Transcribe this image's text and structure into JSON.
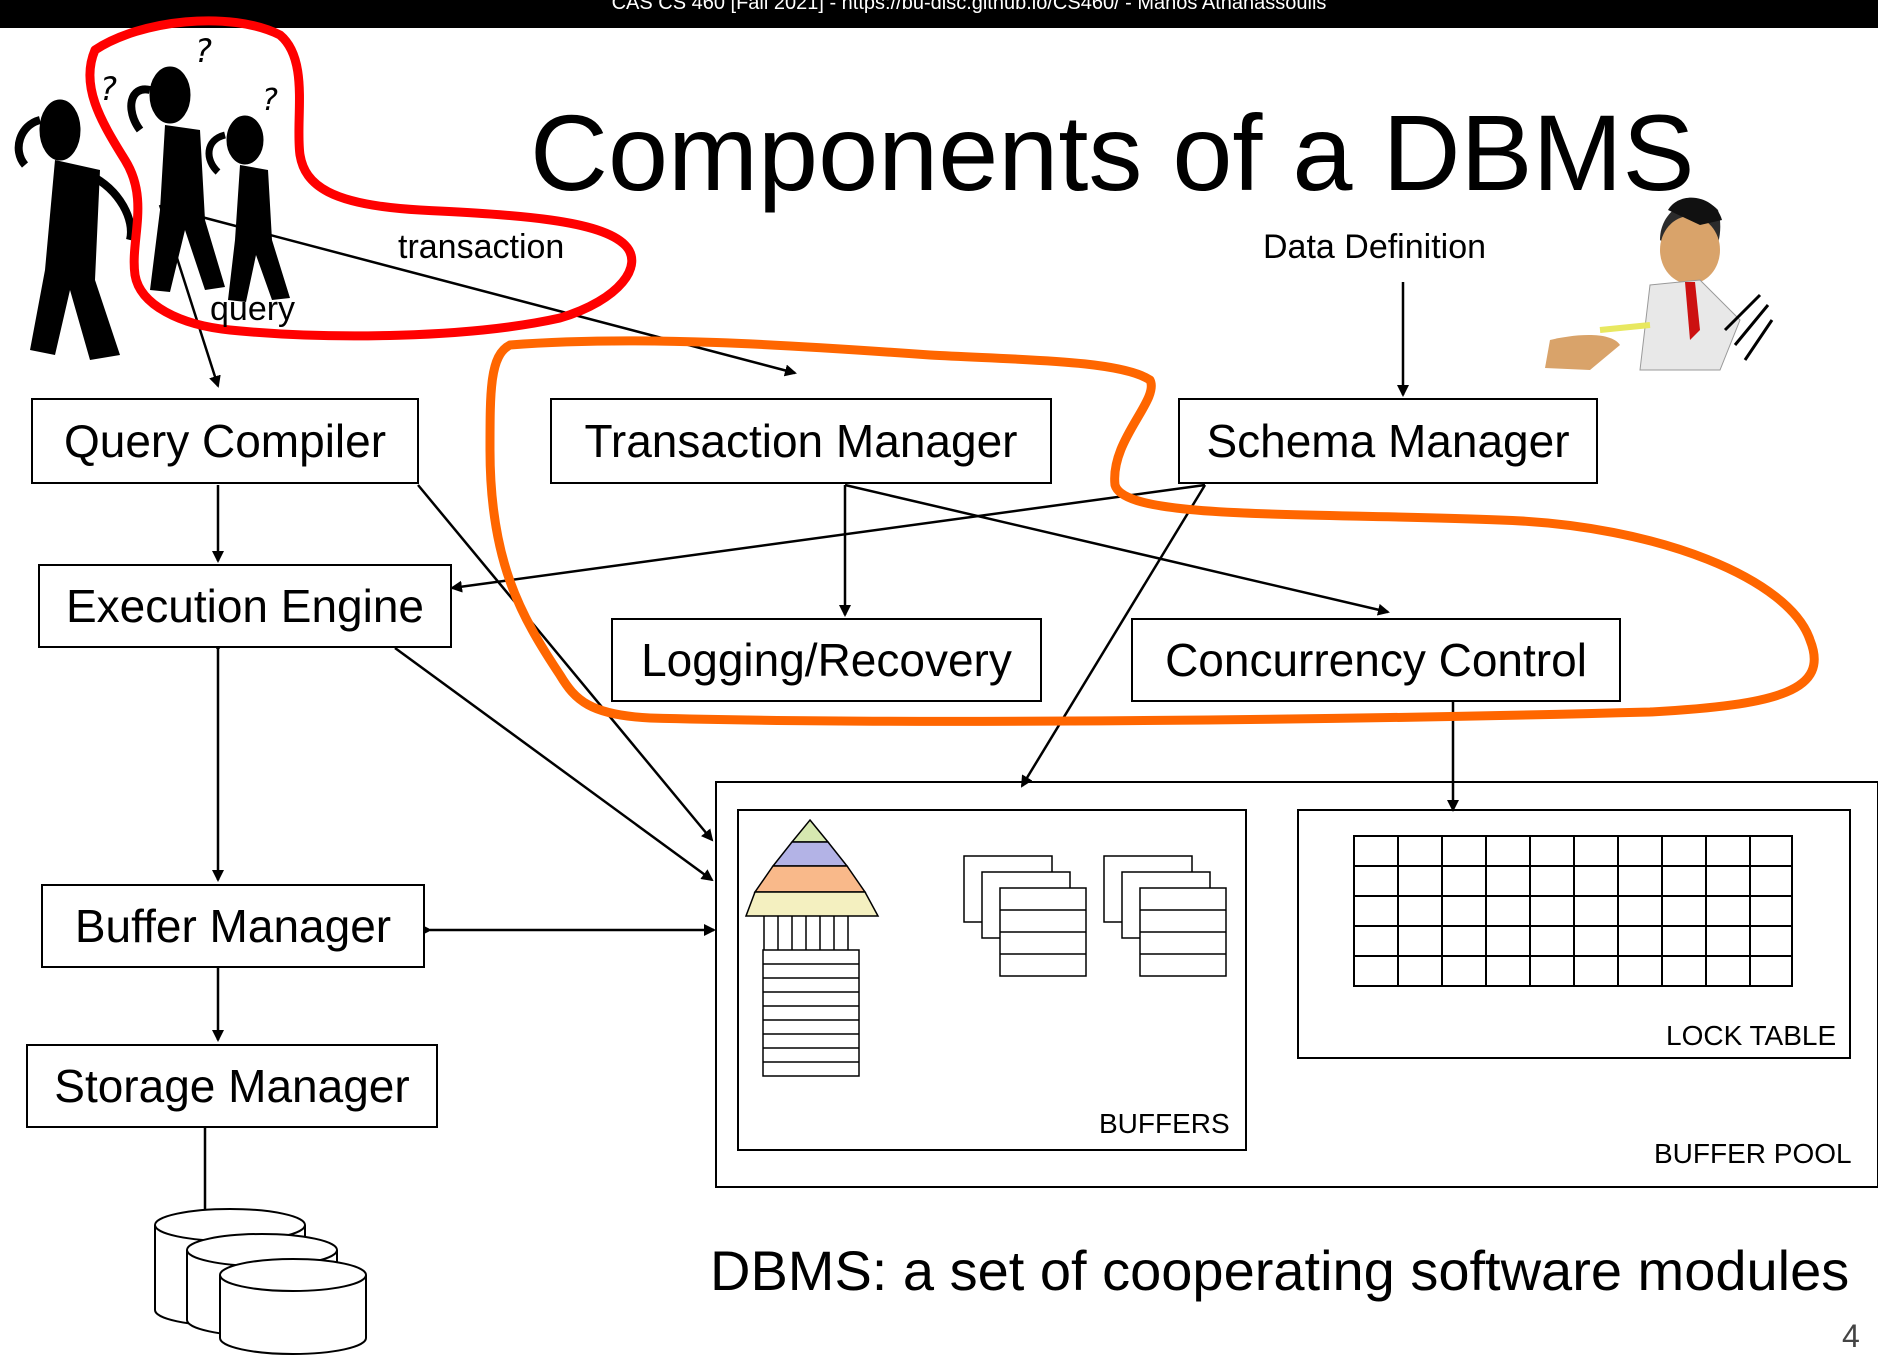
{
  "header": {
    "text": "CAS CS 460 [Fall 2021] - https://bu-disc.github.io/CS460/ - Manos Athanassoulis"
  },
  "title": "Components of a DBMS",
  "labels": {
    "transaction": "transaction",
    "query": "query",
    "data_definition": "Data Definition"
  },
  "modules": {
    "query_compiler": "Query Compiler",
    "transaction_manager": "Transaction Manager",
    "schema_manager": "Schema Manager",
    "execution_engine": "Execution Engine",
    "logging_recovery": "Logging/Recovery",
    "concurrency_control": "Concurrency Control",
    "buffer_manager": "Buffer Manager",
    "storage_manager": "Storage Manager"
  },
  "pool": {
    "buffers": "BUFFERS",
    "lock_table": "LOCK TABLE",
    "buffer_pool": "BUFFER POOL"
  },
  "caption": "DBMS: a set of cooperating software modules",
  "page_number": "4",
  "colors": {
    "red_highlight": "#ff0000",
    "orange_highlight": "#ff6600",
    "pyramid_top": "#d6e8b0",
    "pyramid_mid": "#b3b3e6",
    "pyramid_low": "#f9b98a",
    "pyramid_base": "#f4f0c0"
  }
}
